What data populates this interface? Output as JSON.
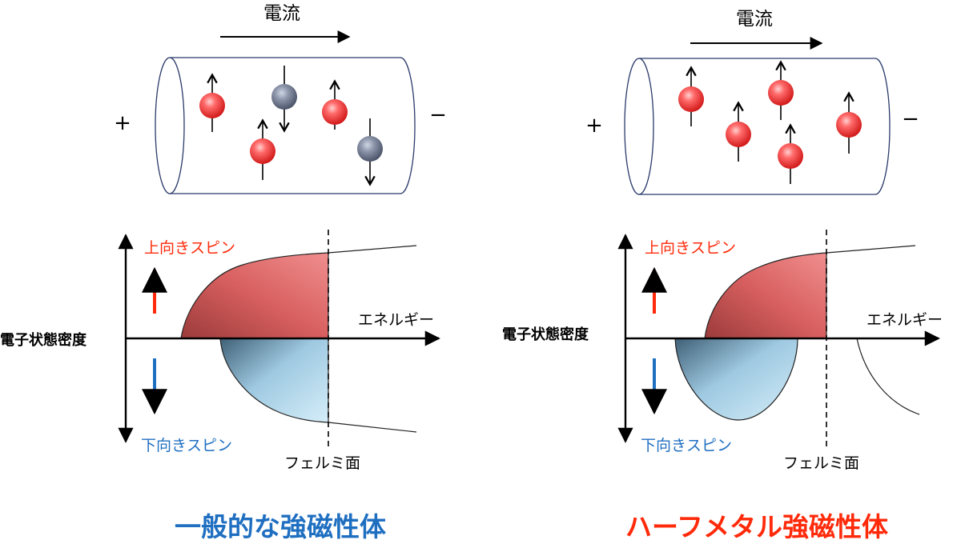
{
  "panels": {
    "left": {
      "current_label": "電流",
      "plus_sign": "+",
      "minus_sign": "−",
      "spin_up_label": "上向きスピン",
      "spin_down_label": "下向きスピン",
      "dos_label": "電子状態密度",
      "energy_label": "エネルギー",
      "fermi_label": "フェルミ面",
      "caption": "一般的な強磁性体"
    },
    "right": {
      "current_label": "電流",
      "plus_sign": "+",
      "minus_sign": "−",
      "spin_up_label": "上向きスピン",
      "spin_down_label": "下向きスピン",
      "dos_label": "電子状態密度",
      "energy_label": "エネルギー",
      "fermi_label": "フェルミ面",
      "caption": "ハーフメタル強磁性体"
    }
  },
  "colors": {
    "spin_up": "#ff2a0a",
    "spin_down": "#1f6fc1",
    "caption_left": "#1f6fc1",
    "caption_right": "#ff2a0a",
    "up_band_fill": "#e26c6c",
    "down_band_fill": "#a9d3ea"
  }
}
